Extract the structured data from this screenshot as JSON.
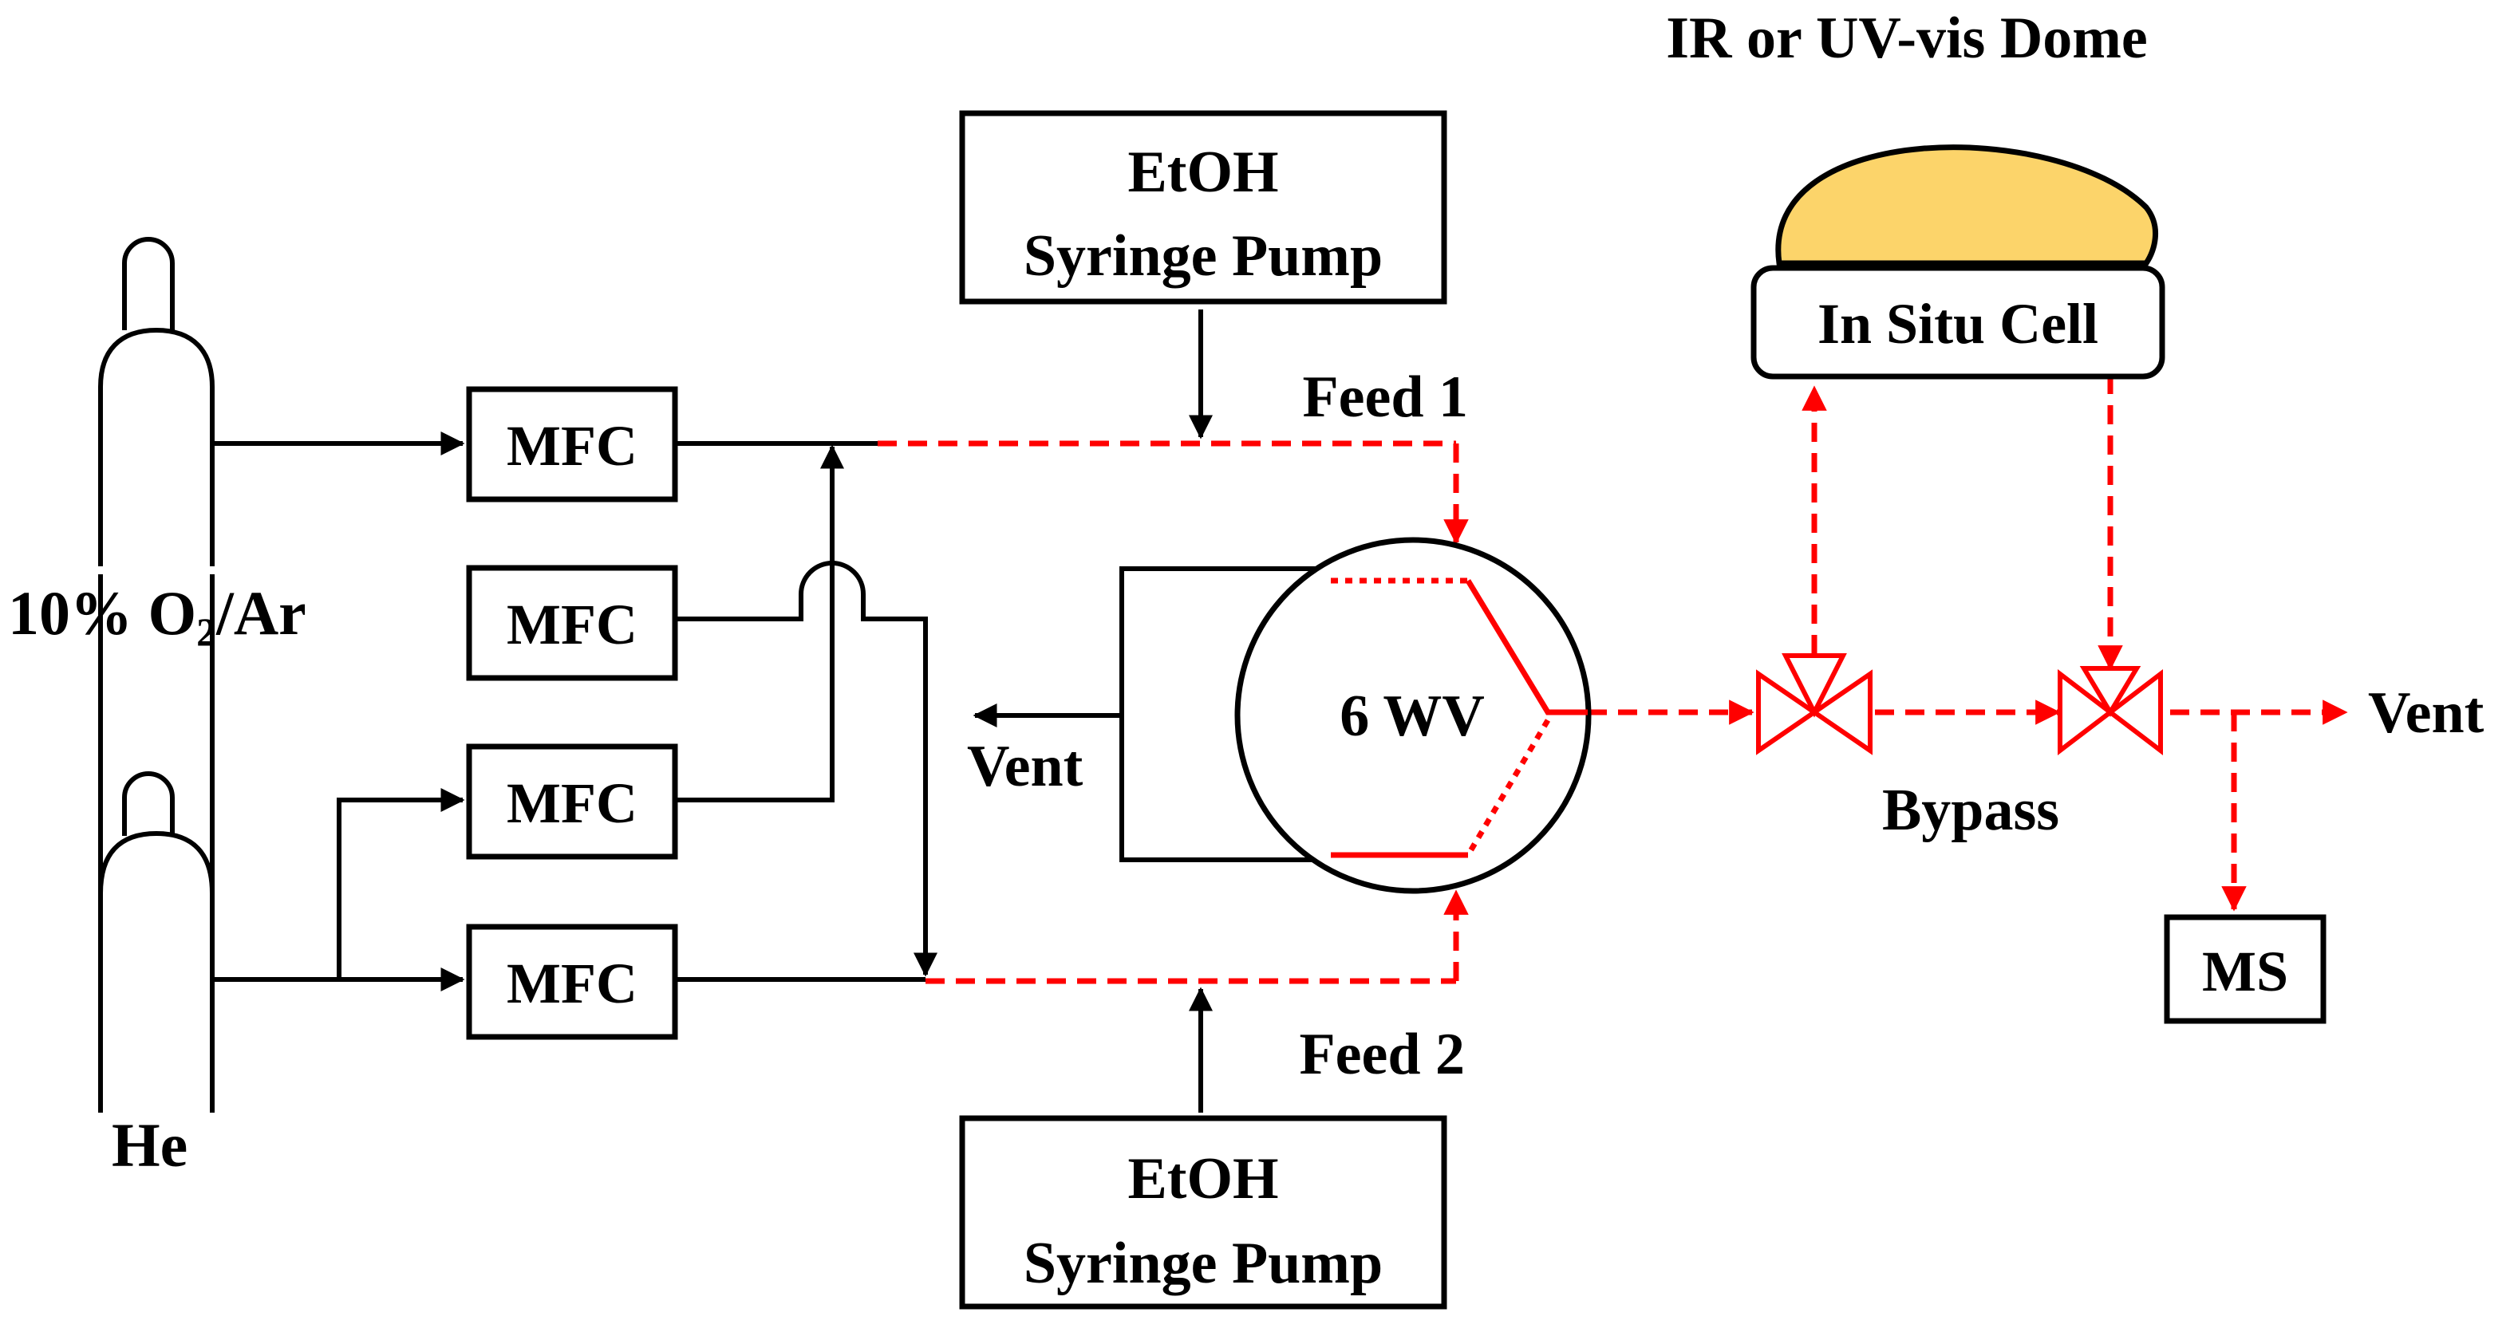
{
  "labels": {
    "dome_title": "IR or UV-vis Dome",
    "cylinder_1": "10% O",
    "cylinder_1_subscript": "2",
    "cylinder_1_suffix": "/Ar",
    "cylinder_2": "He",
    "mfc_1": "MFC",
    "mfc_2": "MFC",
    "mfc_3": "MFC",
    "mfc_4": "MFC",
    "pump_top_line1": "EtOH",
    "pump_top_line2": "Syringe Pump",
    "pump_bottom_line1": "EtOH",
    "pump_bottom_line2": "Syringe Pump",
    "feed_1": "Feed 1",
    "feed_2": "Feed 2",
    "six_way_valve": "6 WV",
    "vent_left": "Vent",
    "vent_right": "Vent",
    "in_situ_cell": "In Situ Cell",
    "bypass": "Bypass",
    "ms": "MS"
  },
  "colors": {
    "line": "#000000",
    "flow_path": "#ff0000",
    "dome_fill": "#fcd46a",
    "background": "#ffffff"
  }
}
